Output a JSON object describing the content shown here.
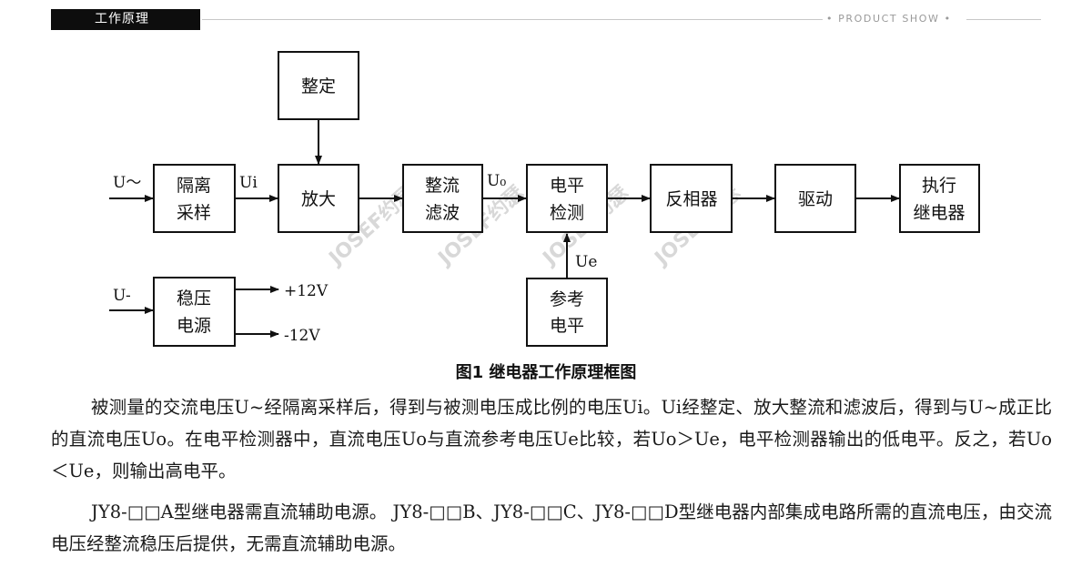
{
  "header": {
    "section_title": "工作原理",
    "product_show": "• PRODUCT SHOW •"
  },
  "diagram": {
    "nodes": {
      "set": "整定",
      "iso1": "隔离",
      "iso2": "采样",
      "amp": "放大",
      "rect1": "整流",
      "rect2": "滤波",
      "det1": "电平",
      "det2": "检测",
      "inv": "反相器",
      "drv": "驱动",
      "relay1": "执行",
      "relay2": "继电器",
      "psu1": "稳压",
      "psu2": "电源",
      "ref1": "参考",
      "ref2": "电平"
    },
    "signals": {
      "ac_in": "U～",
      "ui": "Ui",
      "uo": "U₀",
      "ue": "Ue",
      "dc_in": "U-",
      "plus12": "+12V",
      "minus12": "-12V"
    },
    "watermark": "JOSEF约瑟"
  },
  "caption": "图1  继电器工作原理框图",
  "paragraphs": [
    "被测量的交流电压U~经隔离采样后，得到与被测电压成比例的电压Ui。Ui经整定、放大整流和滤波后，得到与U~成正比的直流电压Uo。在电平检测器中，直流电压Uo与直流参考电压Ue比较，若Uo＞Ue，电平检测器输出的低电平。反之，若Uo＜Ue，则输出高电平。",
    "JY8-□□A型继电器需直流辅助电源。 JY8-□□B、JY8-□□C、JY8-□□D型继电器内部集成电路所需的直流电压，由交流电压经整流稳压后提供，无需直流辅助电源。"
  ]
}
